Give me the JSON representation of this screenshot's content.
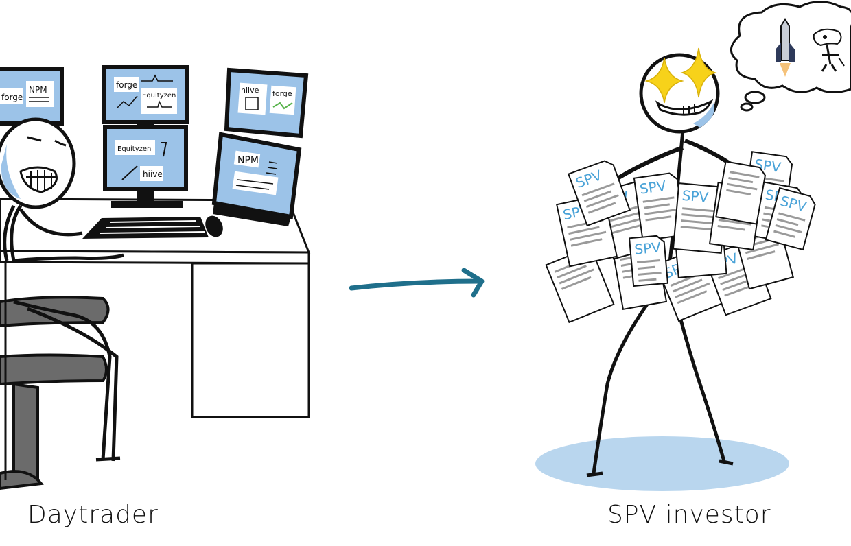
{
  "captions": {
    "left": "Daytrader",
    "right": "SPV   investor"
  },
  "screens": {
    "s1_a": "forge",
    "s1_b": "NPM",
    "s2_a": "forge",
    "s2_b": "Equityzen",
    "s3_a": "hiive",
    "s3_b": "forge",
    "s4_a": "Equityzen",
    "s4_b": "hiive",
    "s5_a": "NPM"
  },
  "document_label": "SPV",
  "colors": {
    "screen": "#9cc3e8",
    "accent": "#1f6f8b",
    "spv_text": "#4aa3d8",
    "shadow": "#b9d6ee",
    "eyes": "#f7d21a",
    "chair": "#6b6b6b"
  },
  "icons": {
    "thought_items": [
      "rocket-icon",
      "robot-icon"
    ]
  }
}
